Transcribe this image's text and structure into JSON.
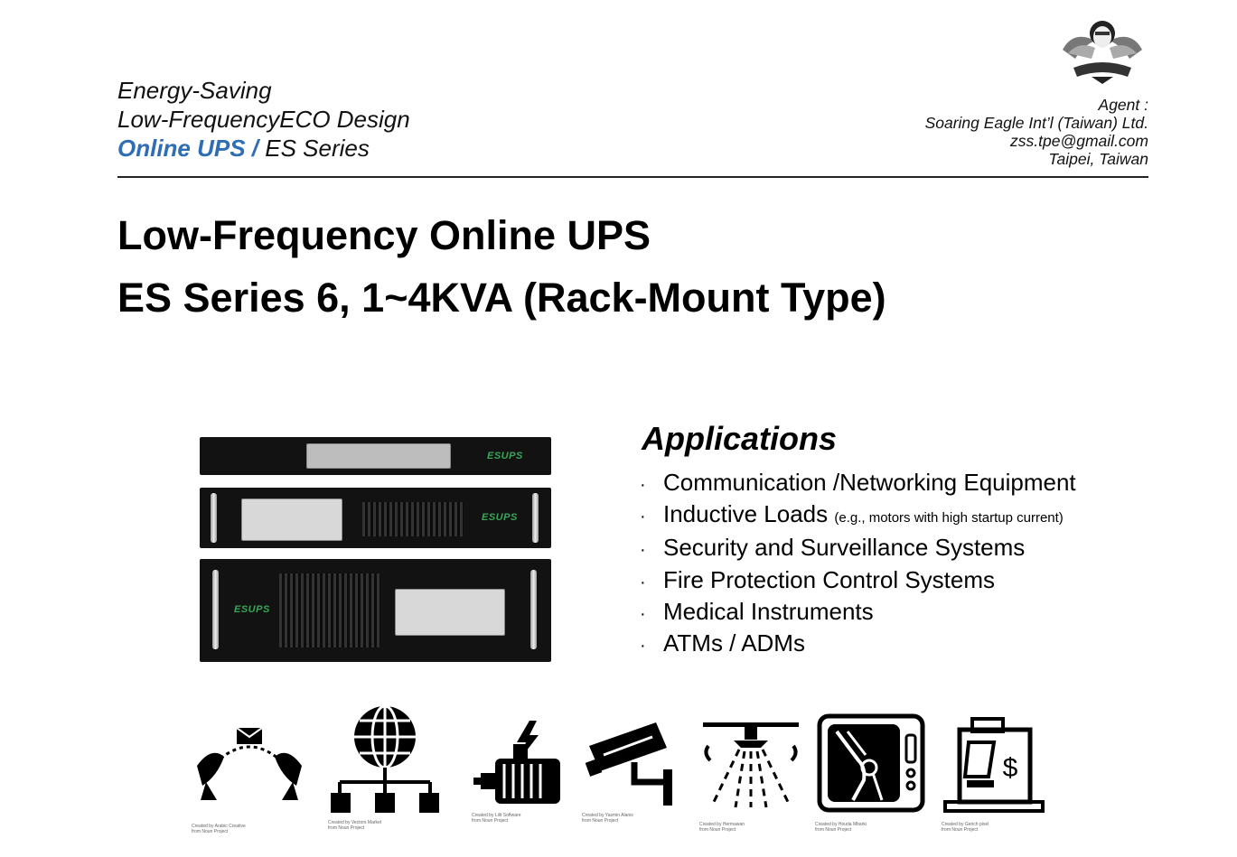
{
  "header": {
    "line1": "Energy-Saving",
    "line2": "Low-FrequencyECO Design",
    "line3_accent": "Online UPS /",
    "line3_rest": " ES Series",
    "accent_color": "#2f6db5"
  },
  "agent": {
    "label": "Agent :",
    "company": "Soaring Eagle Int’l (Taiwan) Ltd.",
    "email": "zss.tpe@gmail.com",
    "location": "Taipei, Taiwan"
  },
  "title": {
    "line1": "Low-Frequency Online UPS",
    "line2": "ES Series 6, 1~4KVA (Rack-Mount Type)"
  },
  "applications": {
    "heading": "Applications",
    "bullet": "·",
    "items": [
      {
        "text": "Communication /Networking Equipment",
        "note": ""
      },
      {
        "text": "Inductive Loads ",
        "note": "(e.g., motors with high startup current)"
      },
      {
        "text": "Security and Surveillance Systems",
        "note": ""
      },
      {
        "text": "Fire Protection Control Systems",
        "note": ""
      },
      {
        "text": "Medical Instruments",
        "note": ""
      },
      {
        "text": "ATMs / ADMs",
        "note": ""
      }
    ]
  },
  "icons": [
    {
      "name": "satellite-network-icon",
      "credit1": "Created by Arabic Creative",
      "credit2": "from Noun Project"
    },
    {
      "name": "globe-network-icon",
      "credit1": "Created by Vectors Market",
      "credit2": "from Noun Project"
    },
    {
      "name": "electric-motor-icon",
      "credit1": "Created by Lilit Software",
      "credit2": "from Noun Project"
    },
    {
      "name": "security-camera-icon",
      "credit1": "Created by Yasmin Alanis",
      "credit2": "from Noun Project"
    },
    {
      "name": "sprinkler-icon",
      "credit1": "Created by Hermawan",
      "credit2": "from Noun Project"
    },
    {
      "name": "xray-monitor-icon",
      "credit1": "Created by Houda Mbarki",
      "credit2": "from Noun Project"
    },
    {
      "name": "atm-machine-icon",
      "credit1": "Created by Gerich pixel",
      "credit2": "from Noun Project"
    }
  ],
  "product": {
    "brand": "ESUPS"
  }
}
